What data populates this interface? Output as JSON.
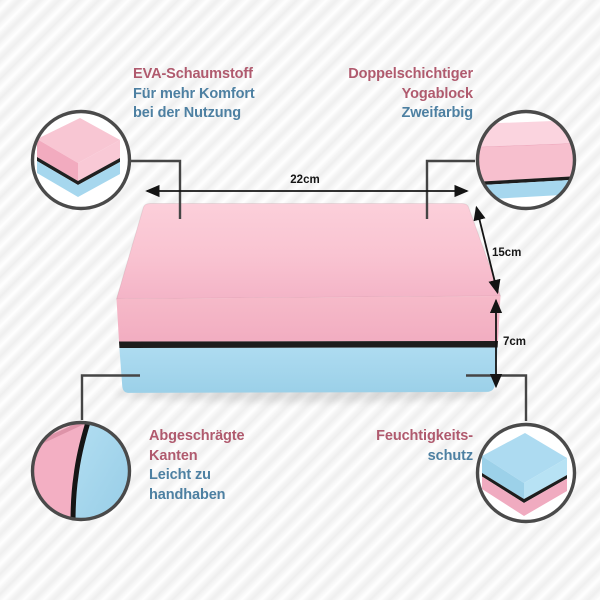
{
  "callouts": {
    "top_left": {
      "line1": "EVA-Schaumstoff",
      "line2": "Für mehr Komfort",
      "line3": "bei der Nutzung"
    },
    "top_right": {
      "line1": "Doppelschichtiger",
      "line2": "Yogablock",
      "line3": "Zweifarbig"
    },
    "bottom_left": {
      "line1": "Abgeschrägte",
      "line2": "Kanten",
      "line3": "Leicht zu",
      "line4": "handhaben"
    },
    "bottom_right": {
      "line1": "Feuchtigkeits-",
      "line2": "schutz"
    }
  },
  "dimensions": {
    "width_label": "22cm",
    "depth_label": "15cm",
    "height_label": "7cm"
  },
  "colors": {
    "accent_maroon": "#b05a6e",
    "accent_teal": "#4d80a2",
    "block_pink_top": "#f9c3d1",
    "block_pink_front": "#f5b6c8",
    "block_blue": "#a6d7ee",
    "divider_black": "#1d1d1d",
    "leader_line_gray": "#454545",
    "circle_border_gray": "#4a4a4a"
  }
}
